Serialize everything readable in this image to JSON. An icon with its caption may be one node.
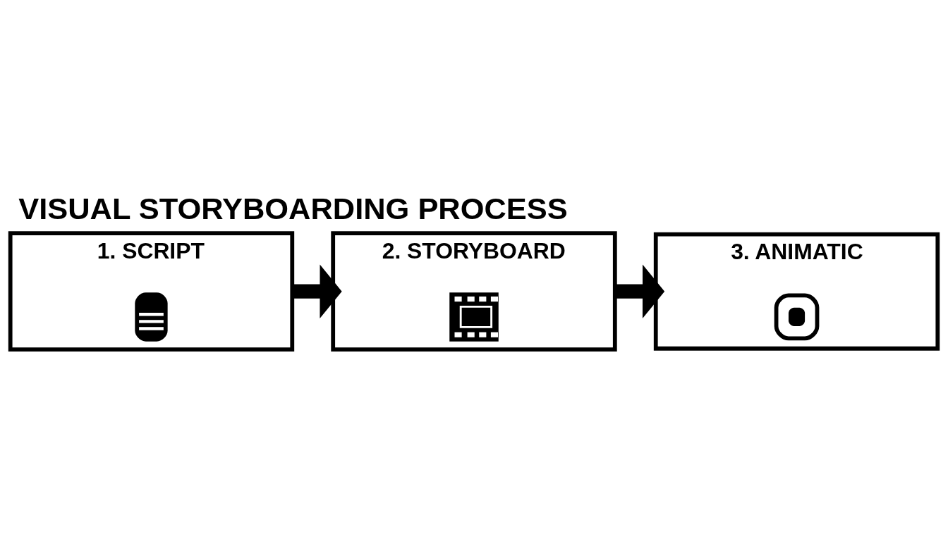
{
  "diagram": {
    "title": "VISUAL STORYBOARDING PROCESS",
    "nodes": [
      {
        "text": [
          "1. SCRIPT"
        ]
      },
      {
        "text": [
          "2. STORYBOARD"
        ]
      },
      {
        "text": [
          "3. ANIMATIC"
        ]
      }
    ],
    "edges": [
      {
        "from": 0,
        "to": 1,
        "arrow": "to"
      },
      {
        "from": 1,
        "to": 2,
        "arrow": "to"
      }
    ]
  }
}
